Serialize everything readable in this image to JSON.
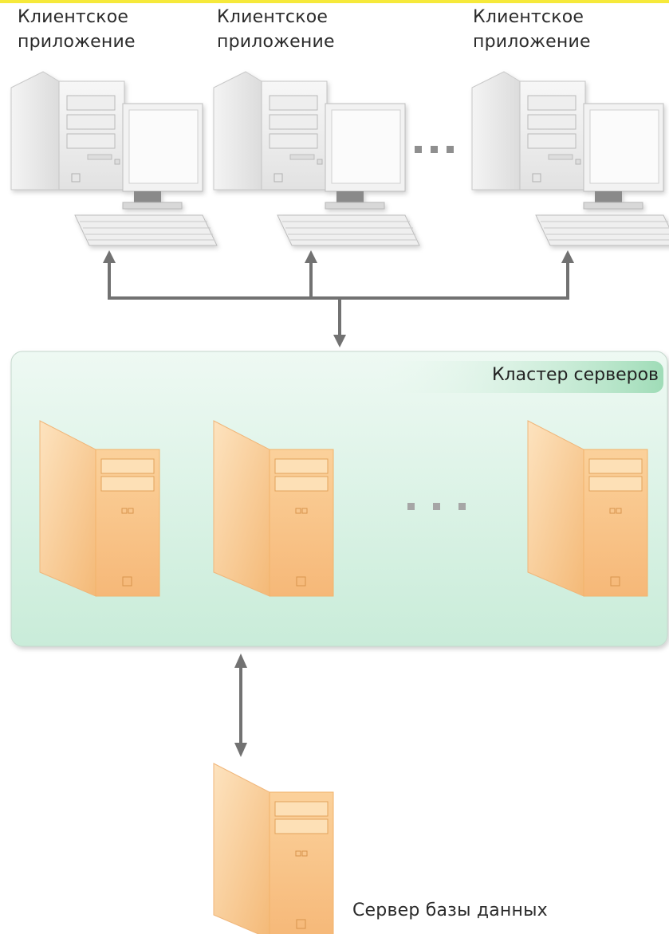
{
  "clients": [
    {
      "line1": "Клиентское",
      "line2": "приложение"
    },
    {
      "line1": "Клиентское",
      "line2": "приложение"
    },
    {
      "line1": "Клиентское",
      "line2": "приложение"
    }
  ],
  "cluster": {
    "label": "Кластер серверов"
  },
  "database": {
    "label": "Сервер базы данных"
  },
  "colors": {
    "accent": "#f6e93a",
    "arrow": "#727272",
    "cluster_fill": "#d6f0e2",
    "server_fill": "#f9c98a",
    "pc_fill": "#ececec"
  },
  "icons": [
    "client-computer-icon",
    "server-tower-icon",
    "ellipsis-icon",
    "arrow-icon"
  ]
}
